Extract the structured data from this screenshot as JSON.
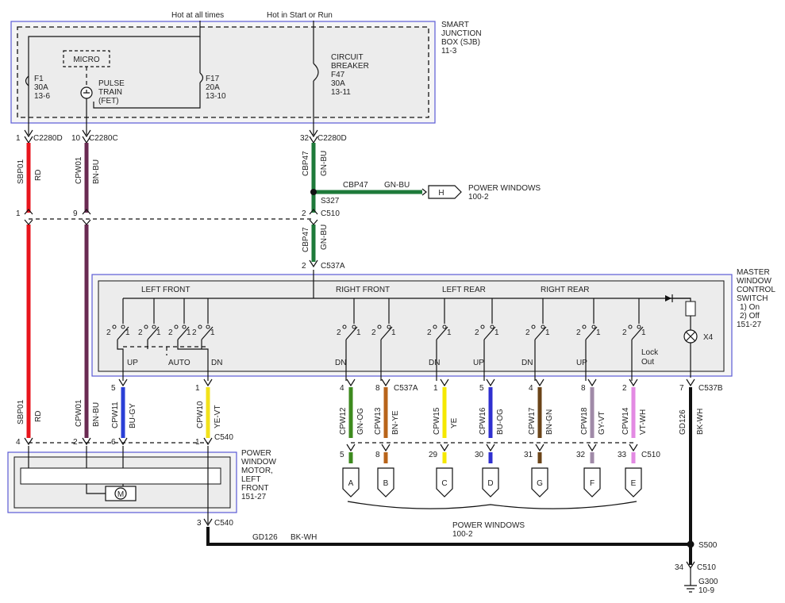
{
  "top": {
    "hot_all_times": "Hot at all times",
    "hot_start_run": "Hot in Start or Run"
  },
  "sjb": {
    "title_l1": "SMART",
    "title_l2": "JUNCTION",
    "title_l3": "BOX (SJB)",
    "title_l4": "11-3",
    "micro": "MICRO",
    "pulse_l1": "PULSE",
    "pulse_l2": "TRAIN",
    "pulse_l3": "(FET)",
    "f1_l1": "F1",
    "f1_l2": "30A",
    "f1_l3": "13-6",
    "f17_l1": "F17",
    "f17_l2": "20A",
    "f17_l3": "13-10",
    "cb_l1": "CIRCUIT",
    "cb_l2": "BREAKER",
    "cb_l3": "F47",
    "cb_l4": "30A",
    "cb_l5": "13-11"
  },
  "connectors": {
    "c2280d_left_pin": "1",
    "c2280d_left": "C2280D",
    "c2280c_pin": "10",
    "c2280c": "C2280C",
    "c2280d_right_pin": "32",
    "c2280d_right": "C2280D",
    "c510_pin_a": "1",
    "c510_pin_b": "9",
    "c510_pin_c": "2",
    "c510": "C510",
    "s327": "S327",
    "c537a_top_pin": "2",
    "c537a_top": "C537A",
    "c537a_bottom": "C537A",
    "c537b": "C537B",
    "c540_top": "C540",
    "motor_pin_a": "4",
    "motor_pin_b": "2",
    "motor_pin_c": "6",
    "motor_pin_d": "1",
    "c540_bottom_pin": "3",
    "c540_bottom": "C540",
    "s500": "S500",
    "c510_bottom_pin": "34",
    "c510_bottom": "C510",
    "g300": "G300",
    "g300_ref": "10-9"
  },
  "wires": {
    "sbp01": "SBP01",
    "rd": "RD",
    "cpw01": "CPW01",
    "bn_bu": "BN-BU",
    "cbp47": "CBP47",
    "gn_bu": "GN-BU",
    "cpw11": "CPW11",
    "bu_gy": "BU-GY",
    "cpw10": "CPW10",
    "ye_vt": "YE-VT",
    "cpw12": "CPW12",
    "gn_og": "GN-OG",
    "cpw13": "CPW13",
    "bn_ye": "BN-YE",
    "cpw15": "CPW15",
    "ye": "YE",
    "cpw16": "CPW16",
    "bu_og": "BU-OG",
    "cpw17": "CPW17",
    "bn_gn": "BN-GN",
    "cpw18": "CPW18",
    "gy_vt": "GY-VT",
    "cpw14": "CPW14",
    "vt_wh": "VT-WH",
    "gd126": "GD126",
    "bk_wh": "BK-WH"
  },
  "power_windows_ref": {
    "h_label": "H",
    "title": "POWER WINDOWS",
    "ref": "100-2",
    "bottom_title": "POWER WINDOWS",
    "bottom_ref": "100-2"
  },
  "master_switch": {
    "title_l1": "MASTER",
    "title_l2": "WINDOW",
    "title_l3": "CONTROL",
    "title_l4": "SWITCH",
    "title_l5": "1) On",
    "title_l6": "2) Off",
    "title_l7": "151-27",
    "left_front": "LEFT FRONT",
    "right_front": "RIGHT FRONT",
    "left_rear": "LEFT REAR",
    "right_rear": "RIGHT REAR",
    "up": "UP",
    "auto": "AUTO",
    "dn": "DN",
    "lock_l1": "Lock",
    "lock_l2": "Out",
    "x4": "X4",
    "sw_pos_2": "2",
    "sw_pos_1": "1"
  },
  "motor": {
    "title_l1": "POWER",
    "title_l2": "WINDOW",
    "title_l3": "MOTOR,",
    "title_l4": "LEFT",
    "title_l5": "FRONT",
    "title_l6": "151-27",
    "m": "M"
  },
  "pins": {
    "p5": "5",
    "p1": "1",
    "p4": "4",
    "p8": "8",
    "p1b": "1",
    "p5b": "5",
    "p4b": "4",
    "p8b": "8",
    "p2": "2",
    "p7": "7",
    "c510_p5": "5",
    "c510_p8": "8",
    "c510_p29": "29",
    "c510_p30": "30",
    "c510_p31": "31",
    "c510_p32": "32",
    "c510_p33": "33"
  },
  "outputs": [
    "A",
    "B",
    "C",
    "D",
    "G",
    "F",
    "E"
  ],
  "colors": {
    "red": "#e8141c",
    "brown_blue": "#6a2a52",
    "green_blue": "#1e7a3a",
    "blue_gray": "#2a3fd6",
    "yellow_violet": "#f2e21a",
    "green_orange": "#3d8a1e",
    "brown_yellow": "#b8641a",
    "yellow": "#f5e800",
    "blue_orange": "#3030d0",
    "brown_green": "#6b4418",
    "gray_violet": "#a08aa8",
    "violet_white": "#e38ae3",
    "black_white": "#111111"
  }
}
